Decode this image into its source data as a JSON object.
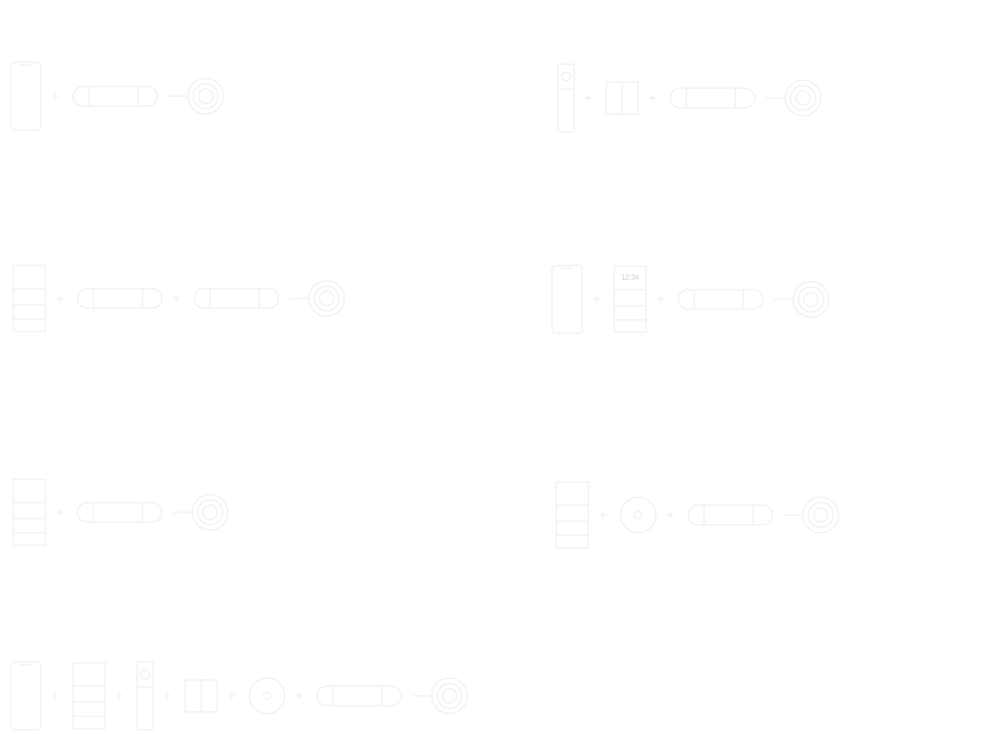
{
  "diagram": {
    "stroke_color": "#ebebeb",
    "rows": [
      {
        "name": "setup-1",
        "items": [
          "phone",
          "plus",
          "capsule-device",
          "connector",
          "ring-target"
        ]
      },
      {
        "name": "setup-2",
        "items": [
          "remote",
          "plus",
          "square-device",
          "plus",
          "capsule-device",
          "connector",
          "ring-target"
        ]
      },
      {
        "name": "setup-3",
        "items": [
          "panel",
          "plus",
          "capsule-device",
          "plus",
          "capsule-device",
          "connector",
          "ring-target"
        ]
      },
      {
        "name": "setup-4",
        "items": [
          "phone",
          "plus",
          "panel-with-clock",
          "plus",
          "capsule-device",
          "connector",
          "ring-target"
        ]
      },
      {
        "name": "setup-5",
        "items": [
          "panel",
          "plus",
          "capsule-device",
          "connector",
          "ring-target"
        ]
      },
      {
        "name": "setup-6",
        "items": [
          "panel",
          "plus",
          "round-device",
          "plus",
          "capsule-device",
          "connector",
          "ring-target"
        ]
      },
      {
        "name": "setup-7",
        "items": [
          "phone",
          "plus",
          "panel",
          "plus",
          "remote",
          "plus",
          "square-device",
          "plus",
          "round-device",
          "plus",
          "capsule-device",
          "connector",
          "ring-target"
        ]
      }
    ],
    "clock_text": "12:34"
  }
}
